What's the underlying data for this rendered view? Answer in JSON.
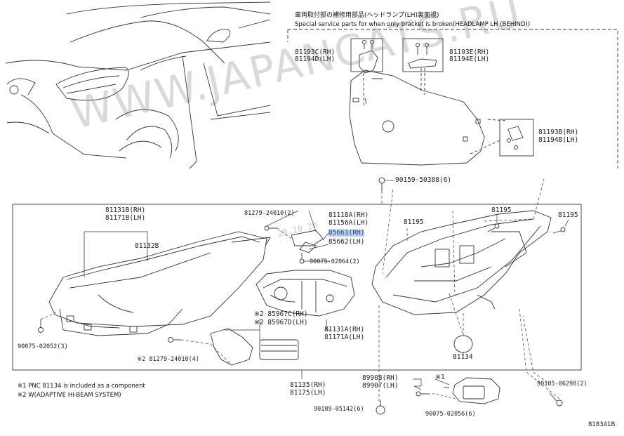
{
  "header": {
    "jp_title": "車両取付部の補修用部品(ヘッドランプ(LH)裏面視)",
    "en_title": "Special service parts for when only bracket is broken(HEADLAMP LH (BEHIND))"
  },
  "watermark": "WWW.JAPANCATS.RU",
  "stamp": "28.10.20",
  "labels": {
    "p81193C": "81193C(RH)",
    "p81194D": "81194D(LH)",
    "p81193E": "81193E(RH)",
    "p81194E": "81194E(LH)",
    "p81193B": "81193B(RH)",
    "p81194B": "81194B(LH)",
    "p90159": "90159-50388(6)",
    "p81131B": "81131B(RH)",
    "p81171B": "81171B(LH)",
    "p81132B": "81132B",
    "p81279a": "81279-24010(2)",
    "p81118A": "81118A(RH)",
    "p81156A": "81156A(LH)",
    "p85661": "85661(RH)",
    "p85662": "85662(LH)",
    "p90075a": "90075-02064(2)",
    "p81195a": "81195",
    "p81195b": "81195",
    "p81195c": "81195",
    "p85967C": "※2 85967C(RH)",
    "p85967D": "※2 85967D(LH)",
    "p81131A": "81131A(RH)",
    "p81171A": "81171A(LH)",
    "p90075b": "90075-02052(3)",
    "p81279b": "※2 81279-24010(4)",
    "p81134": "81134",
    "p81135": "81135(RH)",
    "p81175": "81175(LH)",
    "p89908": "89908(RH)",
    "p89907": "89907(LH)",
    "p_mark1": "※1",
    "p90105": "90105-06298(2)",
    "p90189": "90189-05142(6)",
    "p90075c": "90075-02056(6)",
    "note1": "※1 PNC 81134 is included as a component",
    "note2": "※2 W(ADAPTIVE HI-BEAM SYSTEM)",
    "diagram_id": "818341B"
  }
}
